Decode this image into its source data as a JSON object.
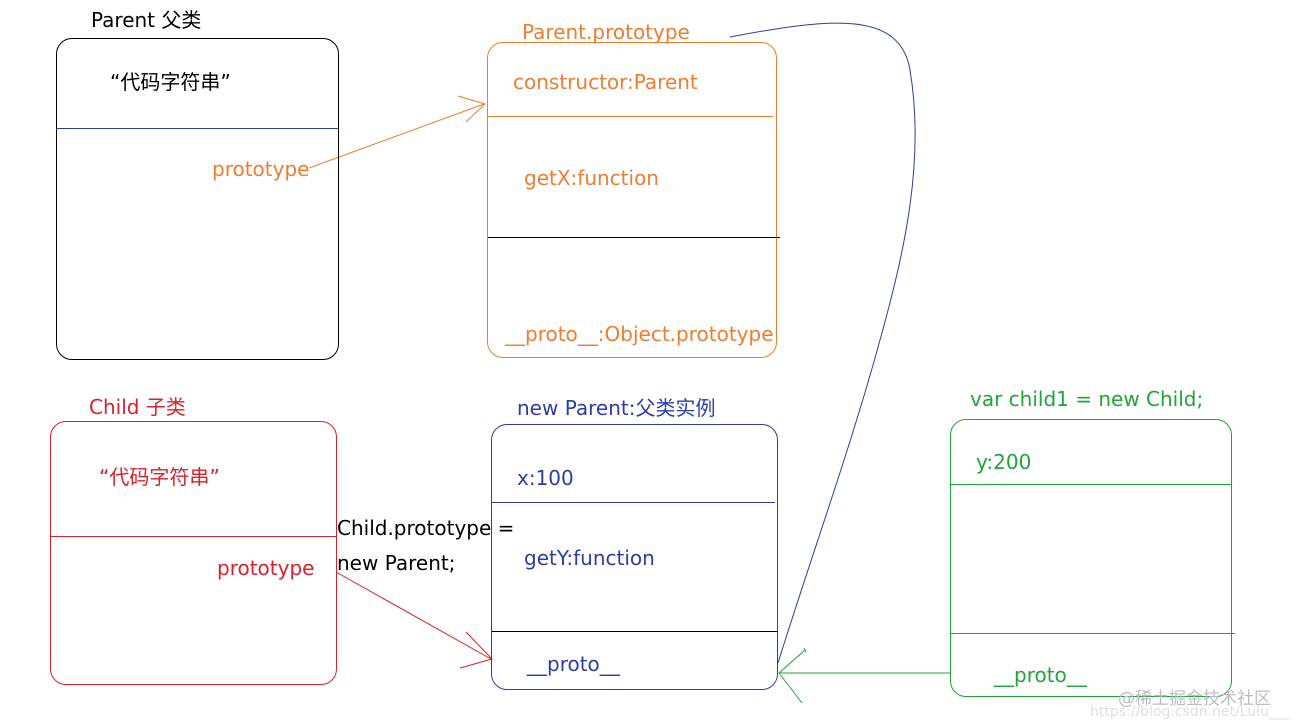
{
  "colors": {
    "black": "#000000",
    "orange": "#ed7d31",
    "blue": "#2e3da3",
    "red": "#d9212c",
    "green": "#22a33c",
    "watermark": "#bdbdbd"
  },
  "parent": {
    "title": "Parent  父类",
    "code": "“代码字符串”",
    "prototype_prop": "prototype"
  },
  "parent_prototype": {
    "title": "Parent.prototype",
    "constructor": "constructor:Parent",
    "getX": "getX:function",
    "proto": "__proto__:Object.prototype"
  },
  "child": {
    "title": "Child  子类",
    "code": "“代码字符串”",
    "prototype_prop": "prototype"
  },
  "assignment": {
    "line1": "Child.prototype =",
    "line2": "new Parent;"
  },
  "parent_instance": {
    "title": "new Parent:父类实例",
    "x": "x:100",
    "getY": "getY:function",
    "proto": "__proto__"
  },
  "child_instance": {
    "title": "var child1 = new Child;",
    "y": "y:200",
    "proto": "__proto__"
  },
  "watermark": {
    "text": "@稀土掘金技术社区",
    "url": "https://blog.csdn.net/Lulu___"
  }
}
